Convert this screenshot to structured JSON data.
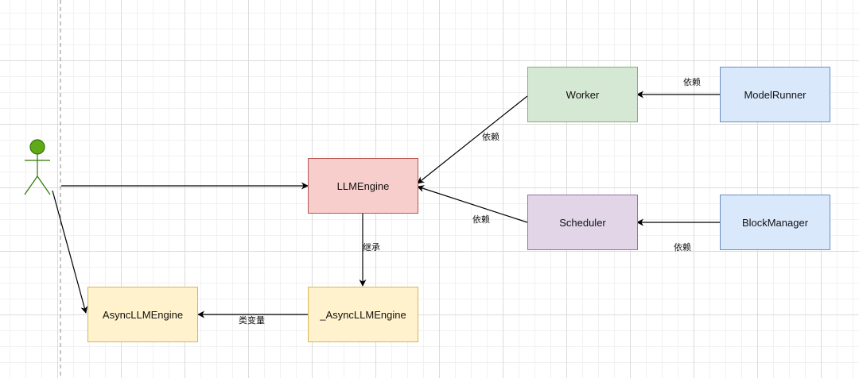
{
  "nodes": {
    "worker": {
      "label": "Worker",
      "fill": "#d5e8d4",
      "stroke": "#82b366"
    },
    "model_runner": {
      "label": "ModelRunner",
      "fill": "#dae8fc",
      "stroke": "#6c8ebf"
    },
    "llm_engine": {
      "label": "LLMEngine",
      "fill": "#f8cecc",
      "stroke": "#b85450"
    },
    "scheduler": {
      "label": "Scheduler",
      "fill": "#e1d5e7",
      "stroke": "#9673a6"
    },
    "block_manager": {
      "label": "BlockManager",
      "fill": "#dae8fc",
      "stroke": "#6c8ebf"
    },
    "async_llm_engine": {
      "label": "AsyncLLMEngine",
      "fill": "#fff2cc",
      "stroke": "#d6b656"
    },
    "underscore_async_llm_engine": {
      "label": "_AsyncLLMEngine",
      "fill": "#fff2cc",
      "stroke": "#d6b656"
    }
  },
  "actor": {
    "fill": "#60a917",
    "stroke": "#2d7600"
  },
  "edge_labels": {
    "modelrunner_worker": "依赖",
    "worker_llmengine": "依赖",
    "scheduler_llmengine": "依赖",
    "blockmanager_scheduler": "依赖",
    "inherit": "继承",
    "class_var": "类变量"
  }
}
